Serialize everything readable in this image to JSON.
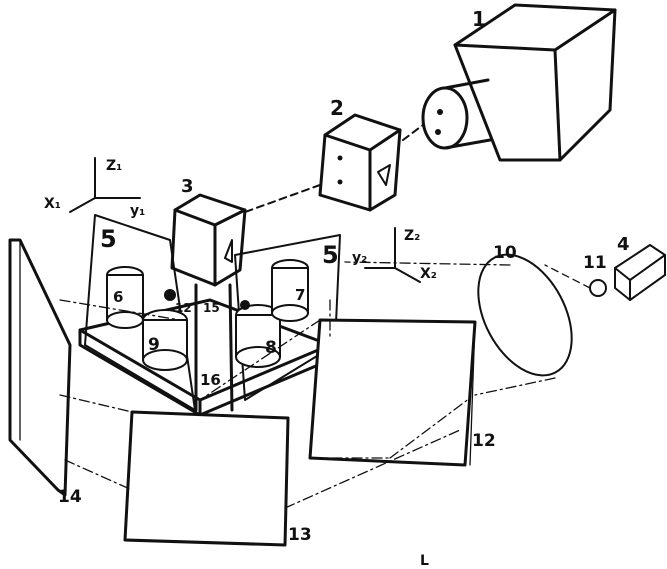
{
  "labels": {
    "n1": "1",
    "n2": "2",
    "n3": "3",
    "n4": "4",
    "n5a": "5",
    "n5b": "5",
    "n6": "6",
    "n7": "7",
    "n8": "8",
    "n9": "9",
    "n10": "10",
    "n11": "11",
    "n12": "12",
    "n13": "13",
    "n14": "14",
    "n15": "15",
    "n16": "16",
    "n12b": "12",
    "axis1_z": "Z₁",
    "axis1_x": "X₁",
    "axis1_y": "y₁",
    "axis2_z": "Z₂",
    "axis2_x": "X₂",
    "axis2_y": "y₂",
    "bottom": "L"
  },
  "colors": {
    "ink": "#111111",
    "paper": "#ffffff"
  }
}
